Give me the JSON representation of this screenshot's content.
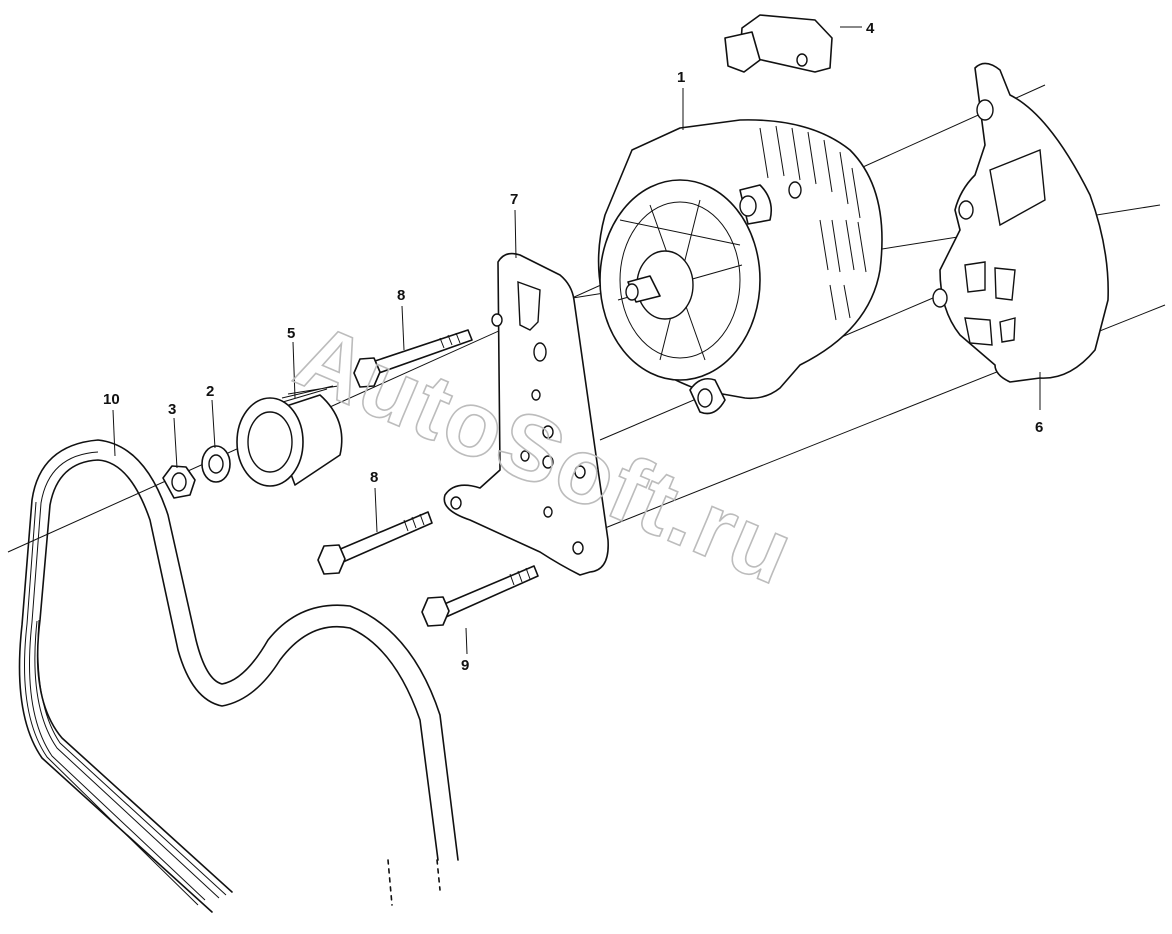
{
  "watermark": "AutoSoft.ru",
  "callouts": [
    {
      "key": "c1",
      "number": "1"
    },
    {
      "key": "c2",
      "number": "2"
    },
    {
      "key": "c3",
      "number": "3"
    },
    {
      "key": "c4",
      "number": "4"
    },
    {
      "key": "c5",
      "number": "5"
    },
    {
      "key": "c6",
      "number": "6"
    },
    {
      "key": "c7",
      "number": "7"
    },
    {
      "key": "c8a",
      "number": "8"
    },
    {
      "key": "c8b",
      "number": "8"
    },
    {
      "key": "c9",
      "number": "9"
    },
    {
      "key": "c10",
      "number": "10"
    }
  ],
  "colors": {
    "ink": "#111111",
    "paper": "#ffffff",
    "watermark": "#bcbcbc"
  }
}
